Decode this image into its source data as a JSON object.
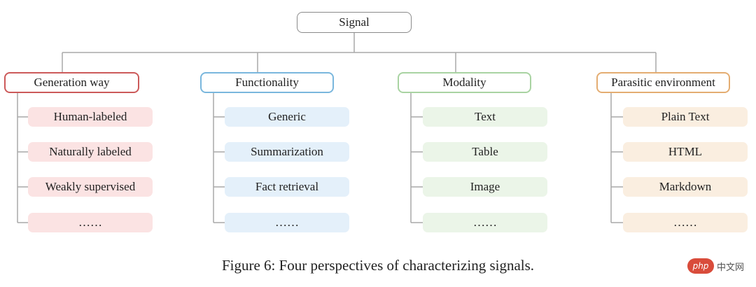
{
  "root": {
    "label": "Signal"
  },
  "categories": [
    {
      "label": "Generation way",
      "color": "#cc5a5a",
      "fill": "#fbe3e3",
      "items": [
        "Human-labeled",
        "Naturally labeled",
        "Weakly supervised",
        "……"
      ]
    },
    {
      "label": "Functionality",
      "color": "#7ab7dd",
      "fill": "#e4f0fa",
      "items": [
        "Generic",
        "Summarization",
        "Fact retrieval",
        "……"
      ]
    },
    {
      "label": "Modality",
      "color": "#a9d3a2",
      "fill": "#ebf5e8",
      "items": [
        "Text",
        "Table",
        "Image",
        "……"
      ]
    },
    {
      "label": "Parasitic environment",
      "color": "#e4ad72",
      "fill": "#faeee0",
      "items": [
        "Plain Text",
        "HTML",
        "Markdown",
        "……"
      ]
    }
  ],
  "caption": "Figure 6: Four perspectives of characterizing signals.",
  "watermark": {
    "logo": "php",
    "text": "中文网"
  }
}
